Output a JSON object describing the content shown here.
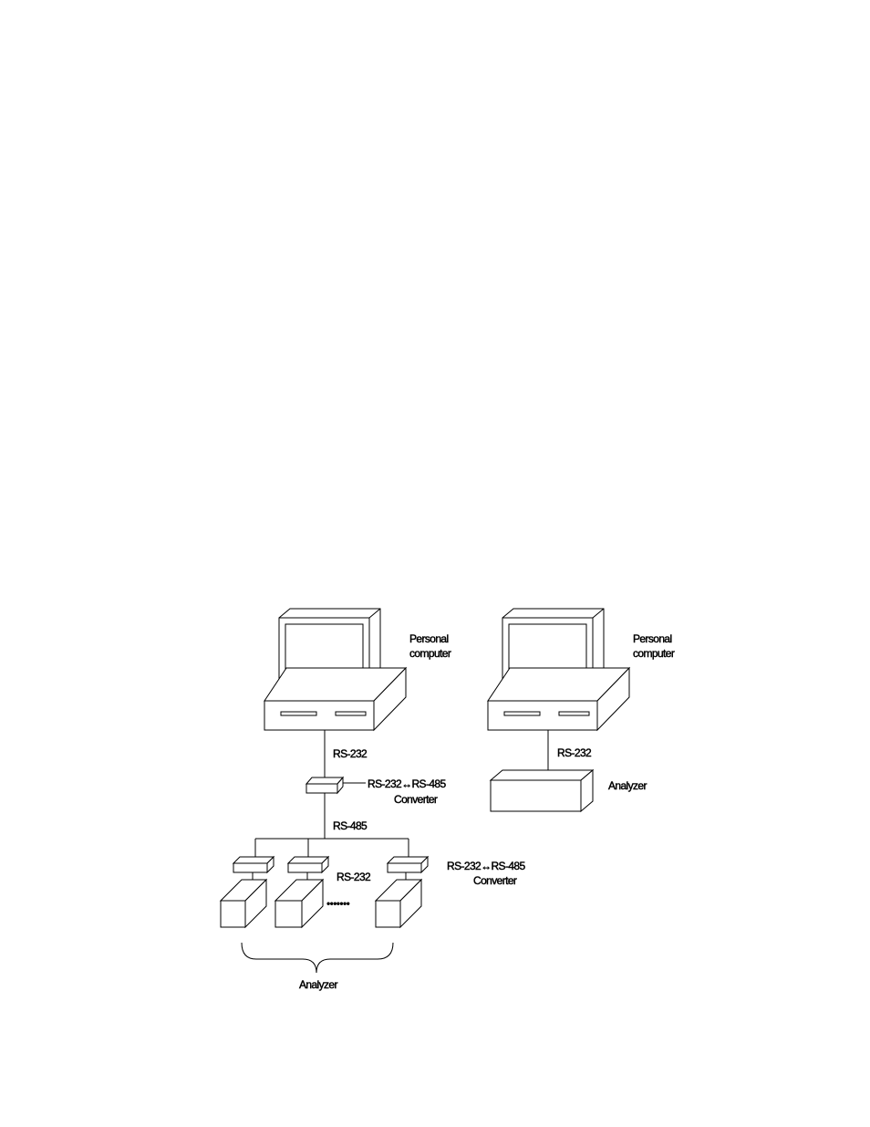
{
  "diagram": {
    "left_pc": {
      "label_line1": "Personal",
      "label_line2": "computer",
      "link_label": "RS-232"
    },
    "right_pc": {
      "label_line1": "Personal",
      "label_line2": "computer",
      "link_label": "RS-232",
      "analyzer_label": "Analyzer"
    },
    "converter_top": {
      "label": "RS-232↔RS-485",
      "caption": "Converter"
    },
    "bus": {
      "label": "RS-485",
      "drop_label": "RS-232"
    },
    "converter_group": {
      "label": "RS-232↔RS-485",
      "caption": "Converter"
    },
    "analyzer_group": {
      "label": "Analyzer",
      "ellipsis": "•••••••"
    }
  }
}
